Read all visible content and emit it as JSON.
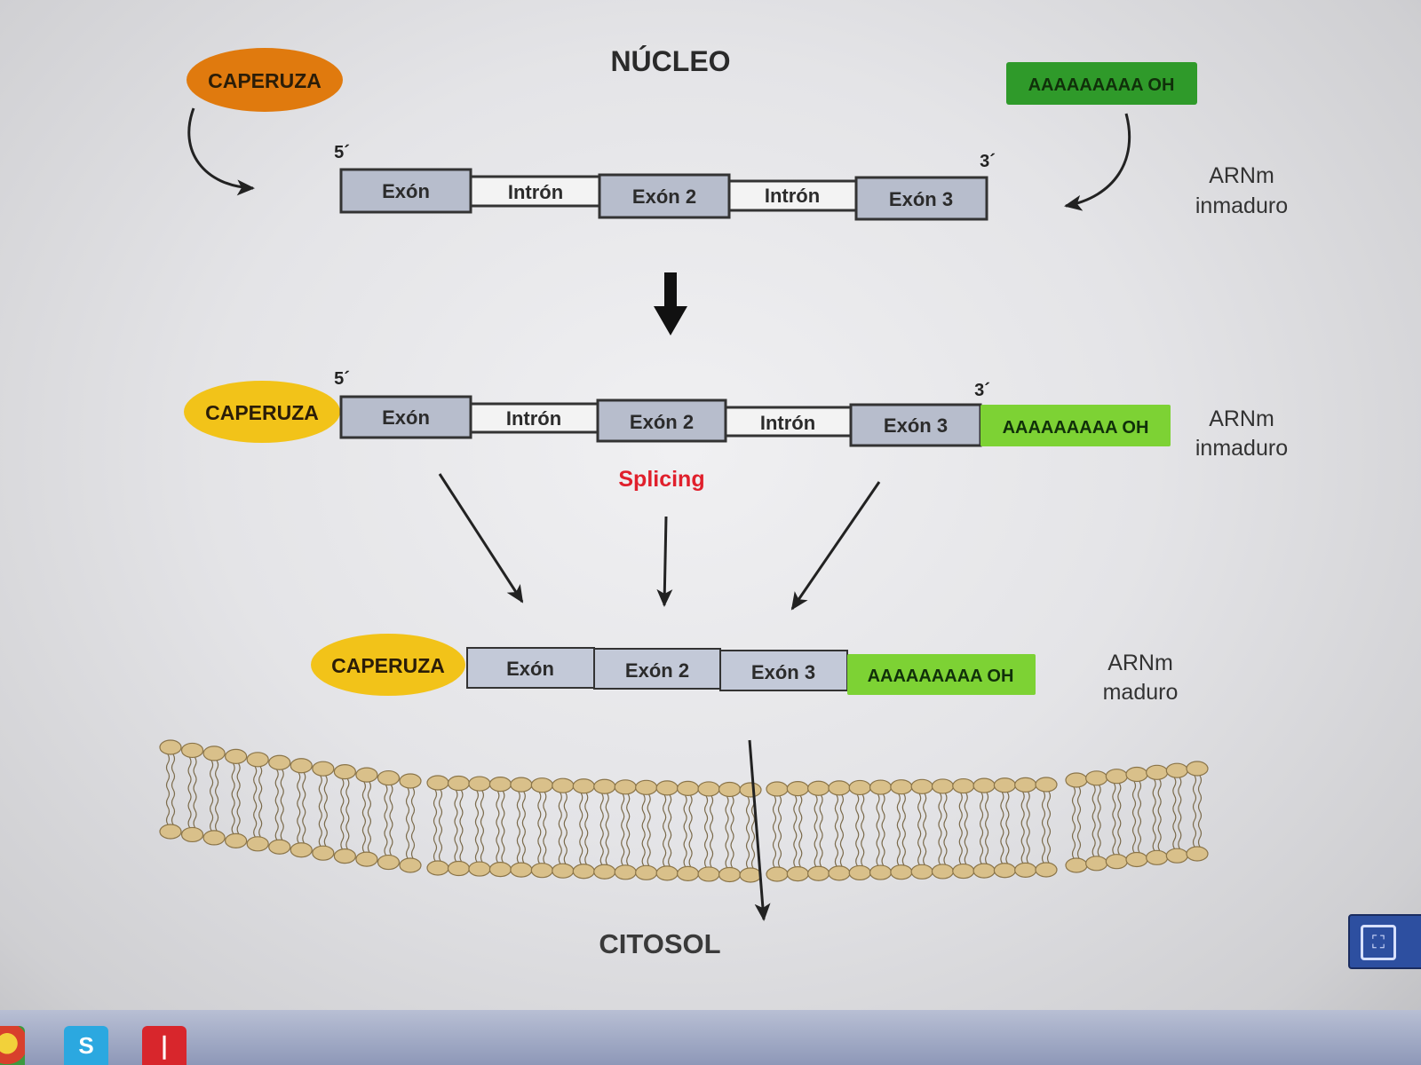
{
  "title": "NÚCLEO",
  "cap_label": "CAPERUZA",
  "polya_label": "AAAAAAAAA OH",
  "prime5": "5´",
  "prime3": "3´",
  "exon1": "Exón",
  "exon2": "Exón 2",
  "exon3": "Exón 3",
  "intron": "Intrón",
  "stage1_label": [
    "ARNm",
    "inmaduro"
  ],
  "stage2_label": [
    "ARNm",
    "inmaduro"
  ],
  "stage3_label": [
    "ARNm",
    "maduro"
  ],
  "splicing": "Splicing",
  "citosol": "CITOSOL",
  "colors": {
    "cap_stage1": "#e07a0e",
    "cap_yellow": "#f2c319",
    "polya_dark": "#2f9a2a",
    "polya_light": "#7dd234",
    "exon_fill": "#b7bdcc",
    "intron_fill": "#f3f3f3",
    "lipid_head": "#d9c08a",
    "splicing_text": "#e0202c"
  },
  "taskbar": {
    "icons": [
      "chrome-icon",
      "skype-icon",
      "acrobat-icon"
    ]
  }
}
